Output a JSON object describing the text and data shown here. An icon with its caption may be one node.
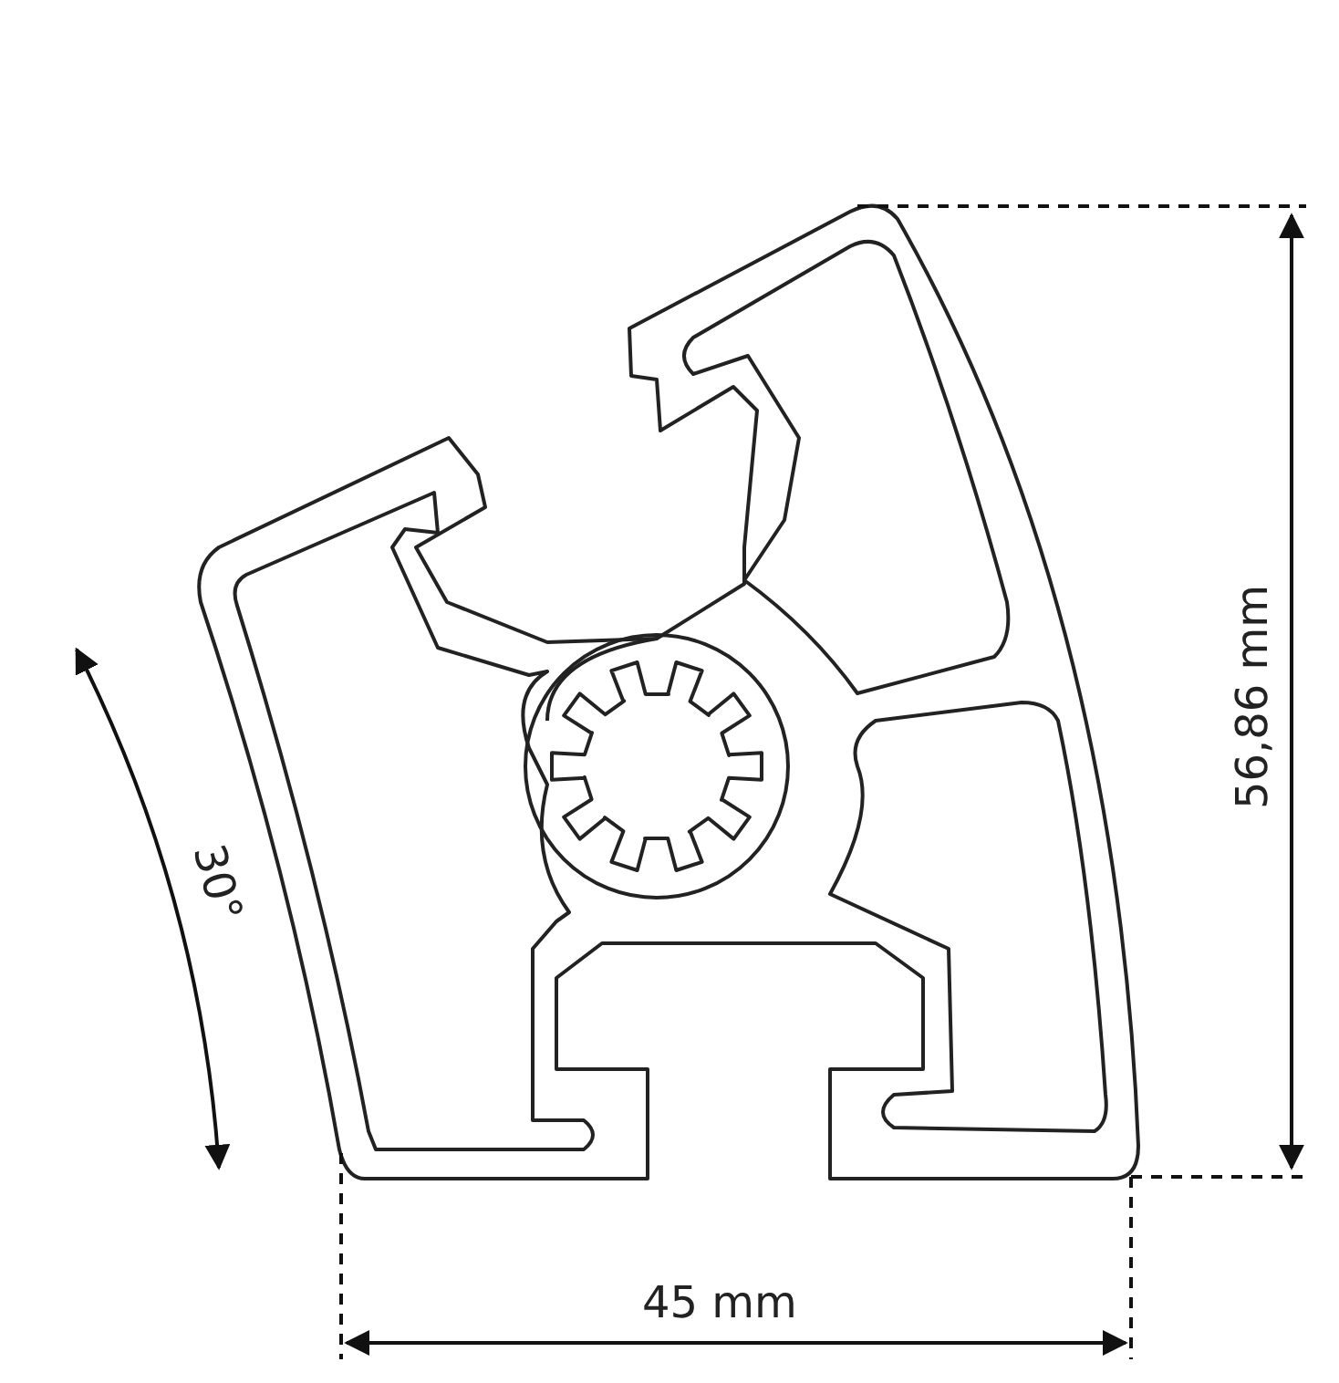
{
  "diagram": {
    "labels": [
      "56,86 mm",
      "30°",
      "45 mm"
    ]
  }
}
